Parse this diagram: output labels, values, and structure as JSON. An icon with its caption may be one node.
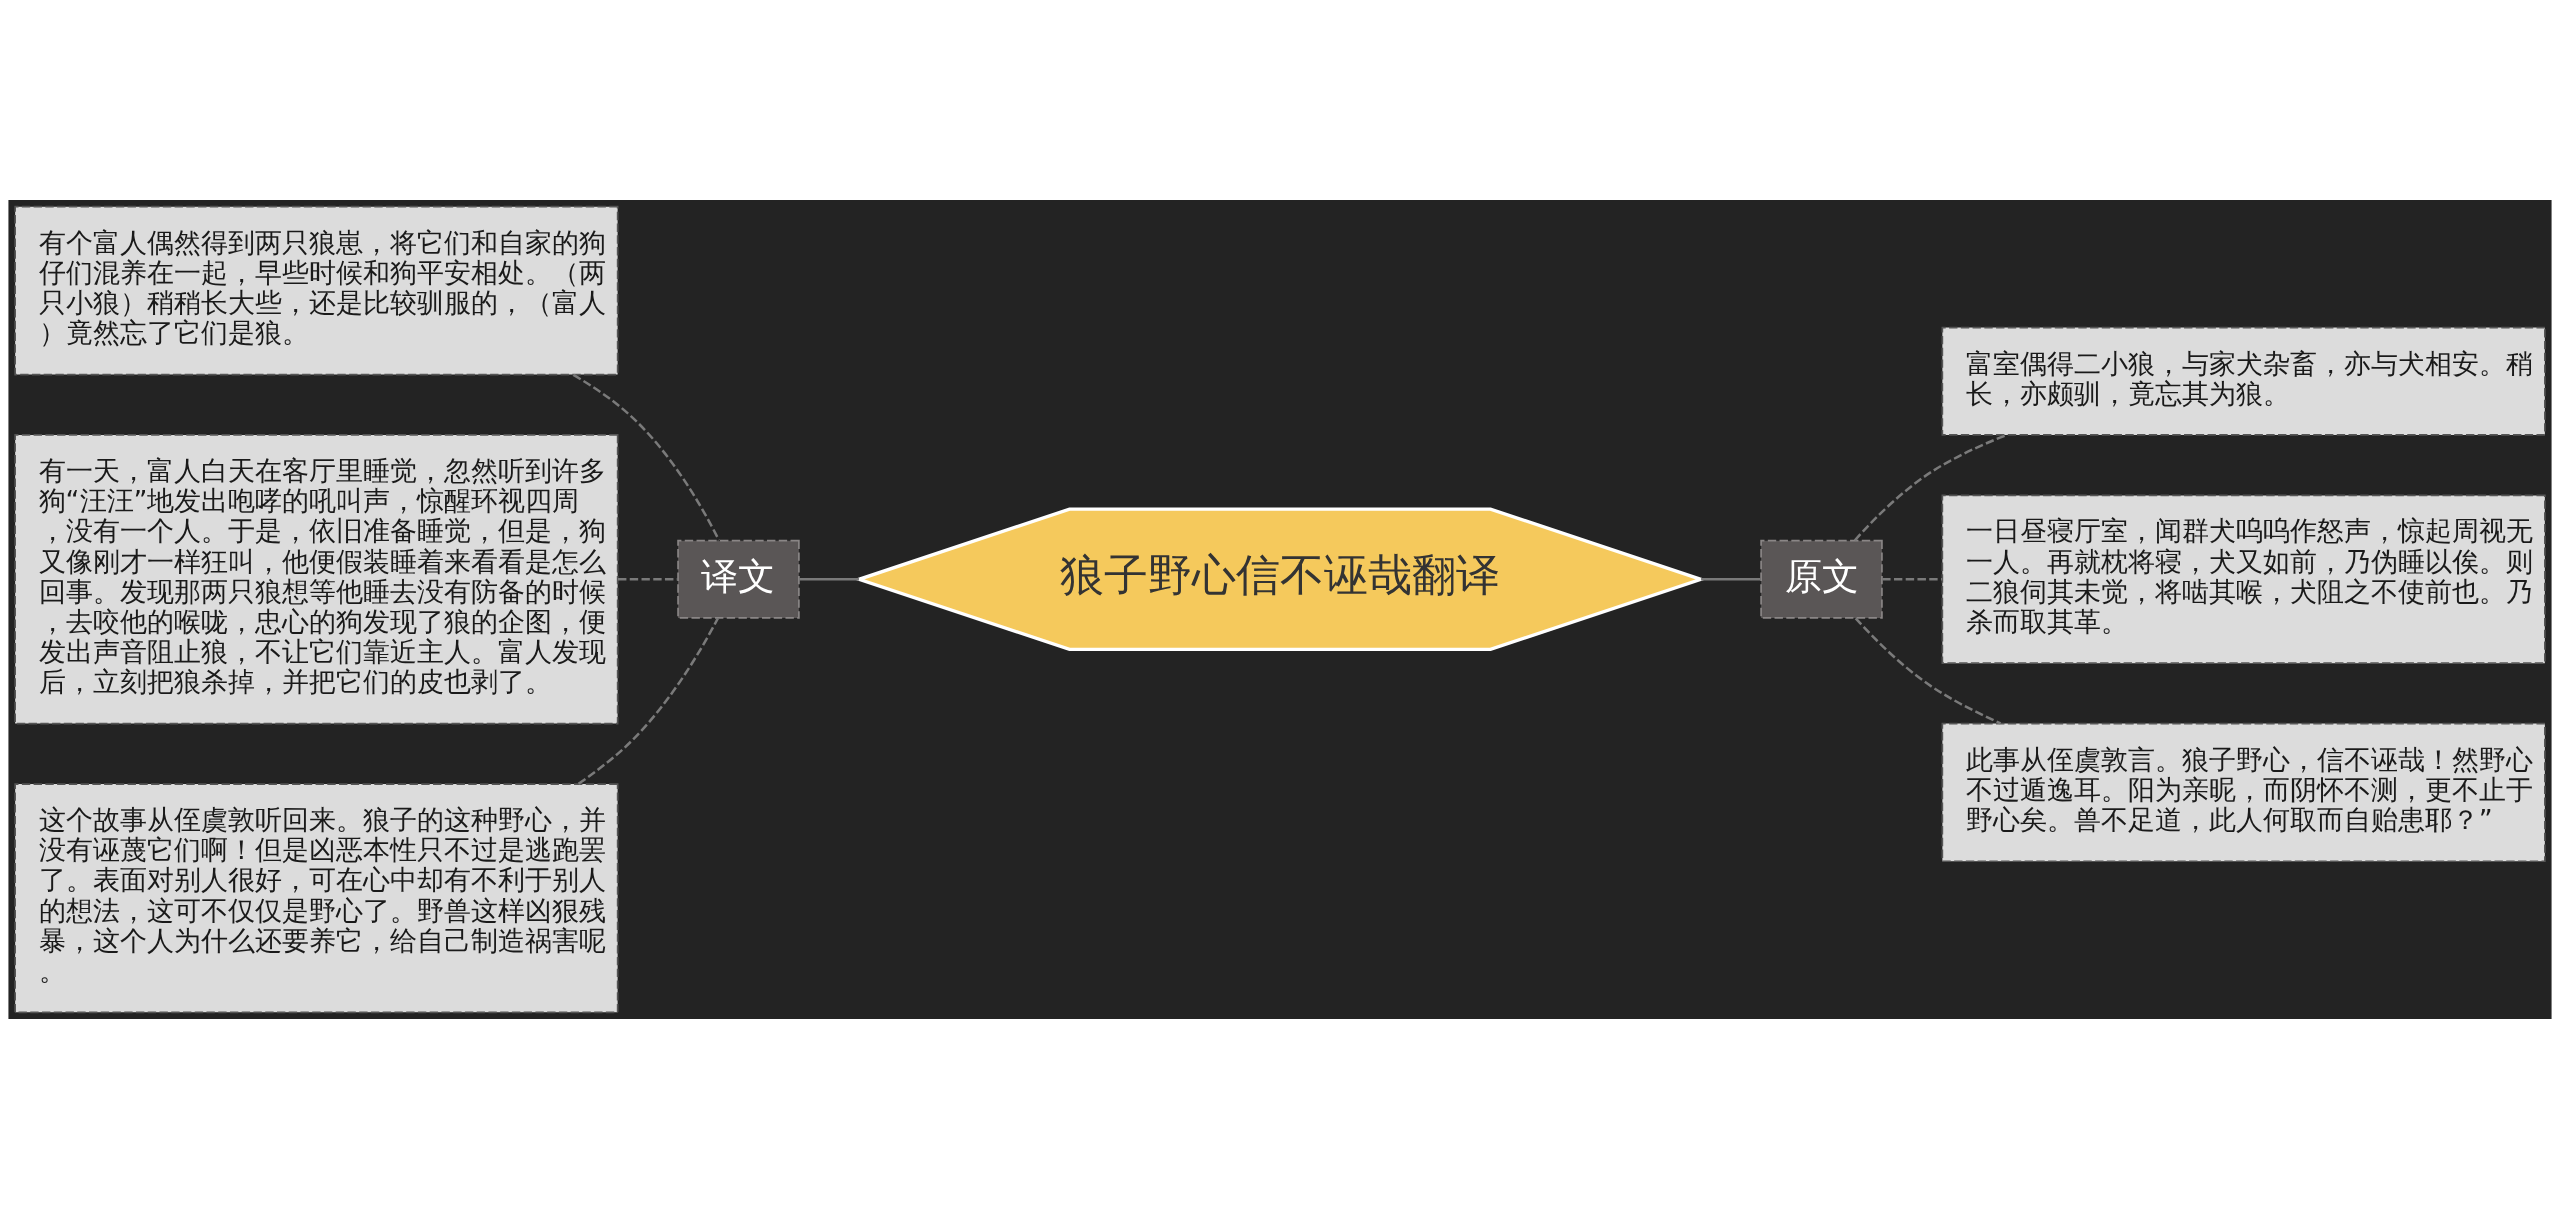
{
  "diagram": {
    "nodes": [
      {
        "text": [
          "狼子野心信不诬哉翻译"
        ]
      },
      {
        "text": [
          "译文"
        ]
      },
      {
        "text": [
          "有个富人偶然得到两只狼崽，将它们和自家的狗仔们混养在一起，早些时候和狗平安相处。（两只小狼）稍稍长大些，还是比较驯服的，（富人）竟然忘了它们是狼。"
        ]
      },
      {
        "text": [
          "有一天，富人白天在客厅里睡觉，忽然听到许多狗“汪汪”地发出咆哮的吼叫声，惊醒环视四周，没有一个人。于是，依旧准备睡觉，但是，狗又像刚才一样狂叫，他便假装睡着来看看是怎么回事。发现那两只狼想等他睡去没有防备的时候，去咬他的喉咙，忠心的狗发现了狼的企图，便发出声音阻止狼，不让它们靠近主人。富人发现后，立刻把狼杀掉，并把它们的皮也剥了。"
        ]
      },
      {
        "text": [
          "这个故事从侄虞敦听回来。狼子的这种野心，并没有诬蔑它们啊！但是凶恶本性只不过是逃跑罢了。表面对别人很好，可在心中却有不利于别人的想法，这可不仅仅是野心了。野兽这样凶狠残暴，这个人为什么还要养它，给自己制造祸害呢。"
        ]
      },
      {
        "text": [
          "原文"
        ]
      },
      {
        "text": [
          "富室偶得二小狼，与家犬杂畜，亦与犬相安。稍长，亦颇驯，竟忘其为狼。"
        ]
      },
      {
        "text": [
          "一日昼寝厅室，闻群犬呜呜作怒声，惊起周视无一人。再就枕将寝，犬又如前，乃伪睡以俟。则二狼伺其未觉，将啮其喉，犬阻之不使前也。乃杀而取其革。"
        ]
      },
      {
        "text": [
          "此事从侄虞敦言。狼子野心，信不诬哉！然野心不过遁逸耳。阳为亲昵，而阴怀不测，更不止于野心矣。兽不足道，此人何取而自贻患耶？”"
        ]
      }
    ],
    "edges": [
      {
        "from": 1,
        "to": 0,
        "arrow": "none"
      },
      {
        "from": 2,
        "to": 1,
        "arrow": "none",
        "style": "dashed"
      },
      {
        "from": 3,
        "to": 1,
        "arrow": "none",
        "style": "dashed"
      },
      {
        "from": 4,
        "to": 1,
        "arrow": "none",
        "style": "dashed"
      },
      {
        "from": 0,
        "to": 5,
        "arrow": "none"
      },
      {
        "from": 5,
        "to": 6,
        "arrow": "none",
        "style": "dashed"
      },
      {
        "from": 5,
        "to": 7,
        "arrow": "none",
        "style": "dashed"
      },
      {
        "from": 5,
        "to": 8,
        "arrow": "none",
        "style": "dashed"
      }
    ]
  }
}
